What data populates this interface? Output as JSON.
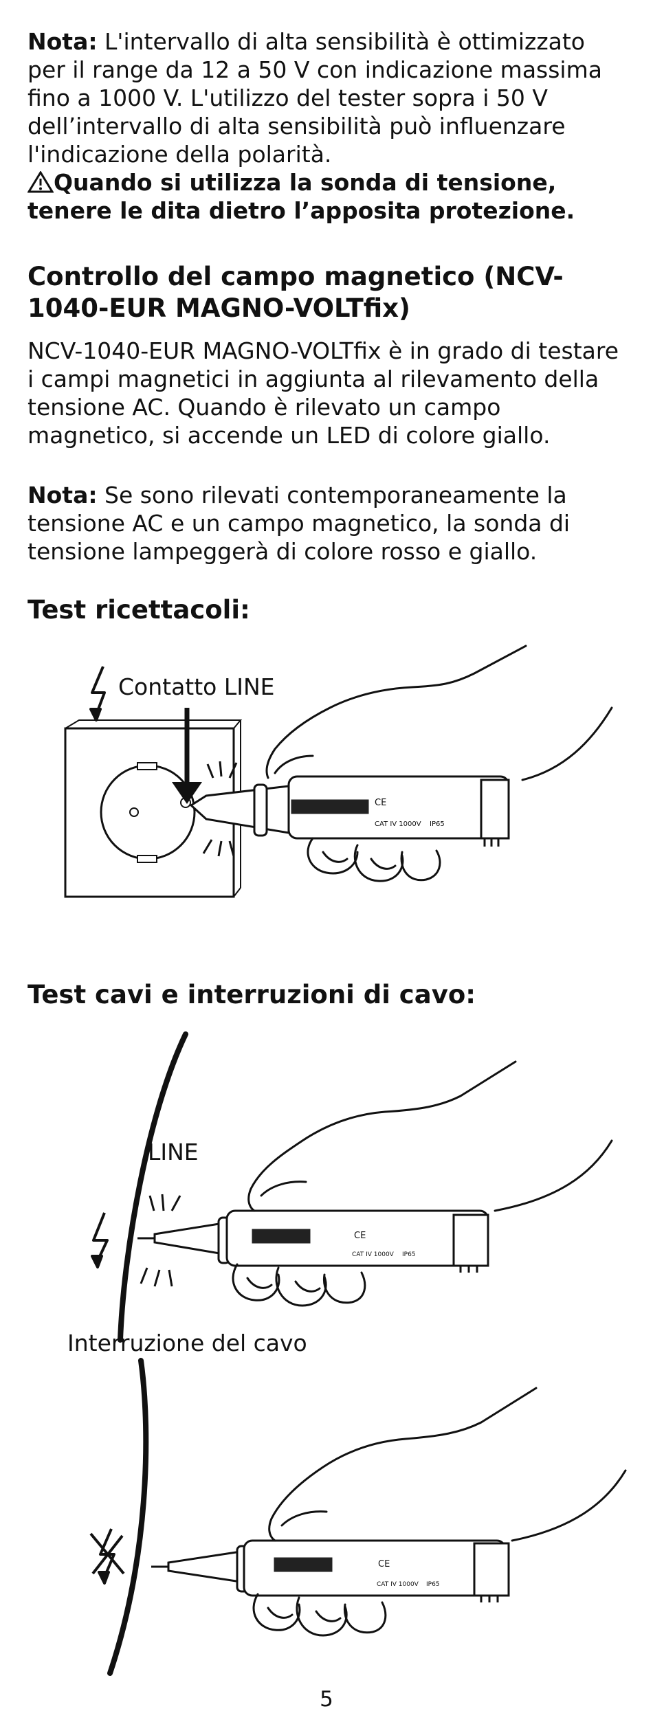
{
  "note1": {
    "label": "Nota:",
    "text": " L'intervallo di alta sensibilità è ottimizzato per il range da 12 a 50 V con indicazione massima fino a 1000 V. L'utilizzo del tester sopra i 50 V dell’intervallo di alta sensibilità può influenzare l'indicazione della polarità."
  },
  "warning": {
    "icon": "warning-triangle-icon",
    "text": "Quando si utilizza la sonda di tensione, tenere le dita dietro l’apposita protezione."
  },
  "section_magnetic": {
    "title": "Controllo del campo magnetico (NCV-1040-EUR MAGNO-VOLTfix)",
    "body": "NCV-1040-EUR MAGNO-VOLTfix è in grado di testare i campi magnetici in aggiunta al rilevamento della tensione AC. Quando è rilevato un campo magnetico, si accende un LED di colore giallo.",
    "note_label": "Nota:",
    "note_text": " Se sono rilevati contemporaneamente la tensione AC e un campo magnetico, la sonda di tensione lampeggerà di colore rosso e giallo."
  },
  "section_receptacle": {
    "title": "Test ricettacoli:",
    "fig_label": "Contatto LINE"
  },
  "section_cable": {
    "title": "Test cavi e interruzioni di cavo:",
    "fig_label_line": "LINE",
    "fig_label_break": "Interruzione del cavo"
  },
  "tester_markings": {
    "ce": "CE",
    "cat": "CAT IV 1000V",
    "ip": "IP65"
  },
  "page_number": "5"
}
